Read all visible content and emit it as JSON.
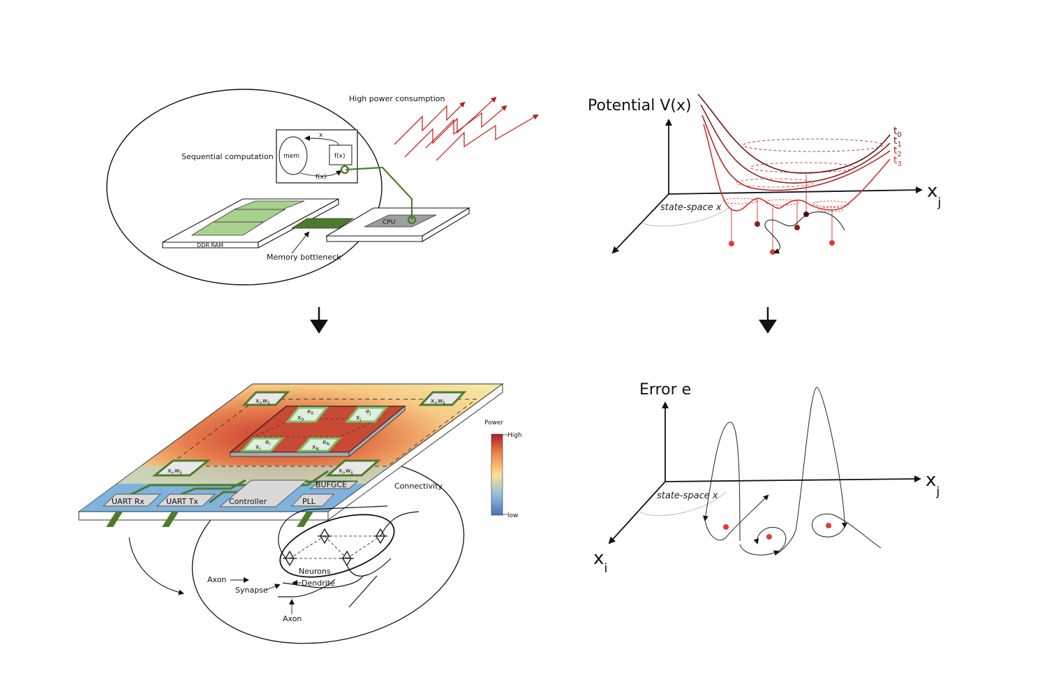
{
  "conventional": {
    "high_power": "High power consumption",
    "sequential": "Sequential computation",
    "mem": "mem",
    "fx": "f(x)",
    "x": "x",
    "fx_return": "f(x)",
    "ddr": "DDR RAM",
    "cpu": "CPU",
    "bottleneck": "Memory bottleneck"
  },
  "hardware": {
    "power_title": "Power",
    "power_high": "High",
    "power_low": "low",
    "modules": [
      "UART Rx",
      "UART Tx",
      "Controller",
      "PLL",
      "BUFGCE"
    ],
    "node_xw": "x",
    "node_w": "w",
    "node_w_sub": "ij",
    "node_i": "i",
    "center_nodes": [
      {
        "e": "e",
        "e_sub": "0",
        "x": "x",
        "x_sub": "0"
      },
      {
        "e": "e",
        "e_sub": "i",
        "x": "x",
        "x_sub": "i"
      },
      {
        "e": "e",
        "e_sub": "j",
        "x": "x",
        "x_sub": "j"
      },
      {
        "e": "e",
        "e_sub": "N",
        "x": "x",
        "x_sub": "N"
      }
    ],
    "connectivity": "Connectivity",
    "neurons": "Neurons",
    "dendrite": "Dendrite",
    "synapse": "Synapse",
    "axon_left": "Axon",
    "axon_bottom": "Axon"
  },
  "potential": {
    "title": "Potential V(x)",
    "axis_x": "x",
    "axis_x_sub": "j",
    "state_space": "state-space x",
    "times": [
      {
        "t": "t",
        "sub": "0"
      },
      {
        "t": "t",
        "sub": "1"
      },
      {
        "t": "t",
        "sub": "2"
      },
      {
        "t": "t",
        "sub": "3"
      }
    ]
  },
  "error": {
    "title": "Error e",
    "axis_x": "x",
    "axis_x_sub": "j",
    "axis_y": "x",
    "axis_y_sub": "i",
    "state_space": "state-space x"
  },
  "colors": {
    "green_dark": "#4f7a2e",
    "green_light": "#a9d18e",
    "red": "#d32f2f",
    "dark_red": "#6b1010"
  }
}
